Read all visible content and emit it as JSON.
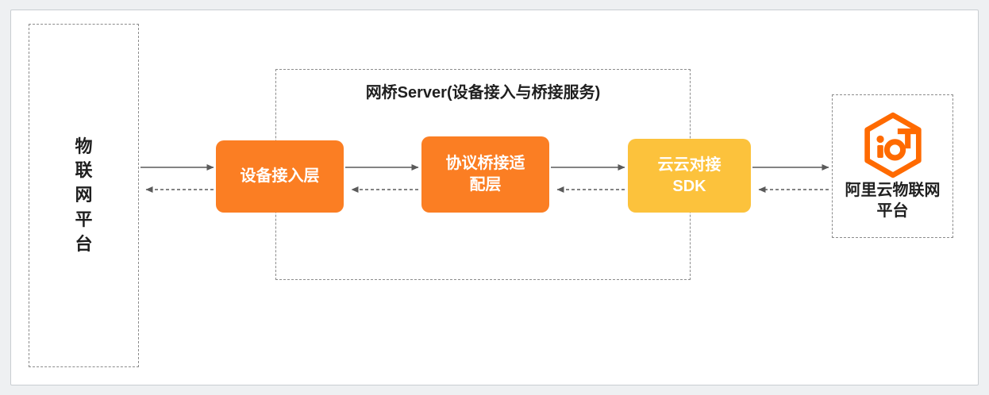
{
  "canvas": {
    "left_platform_label": "物\n联\n网\n平\n台",
    "bridge_title": "网桥Server(设备接入与桥接服务)",
    "node_device_access": "设备接入层",
    "node_protocol_bridge": "协议桥接适\n配层",
    "node_cloud_sdk": "云云对接\nSDK",
    "right_platform_label": "阿里云物联网\n平台",
    "icons": {
      "right_platform_logo": "aliyun-iot-logo"
    },
    "colors": {
      "node_orange": "#FB7E23",
      "node_yellow": "#FCC23C",
      "logo_orange": "#FF6A00",
      "arrow_gray": "#5A5A5A",
      "dashed_border": "#8C8C8C",
      "page_background": "#EEF0F2"
    }
  }
}
